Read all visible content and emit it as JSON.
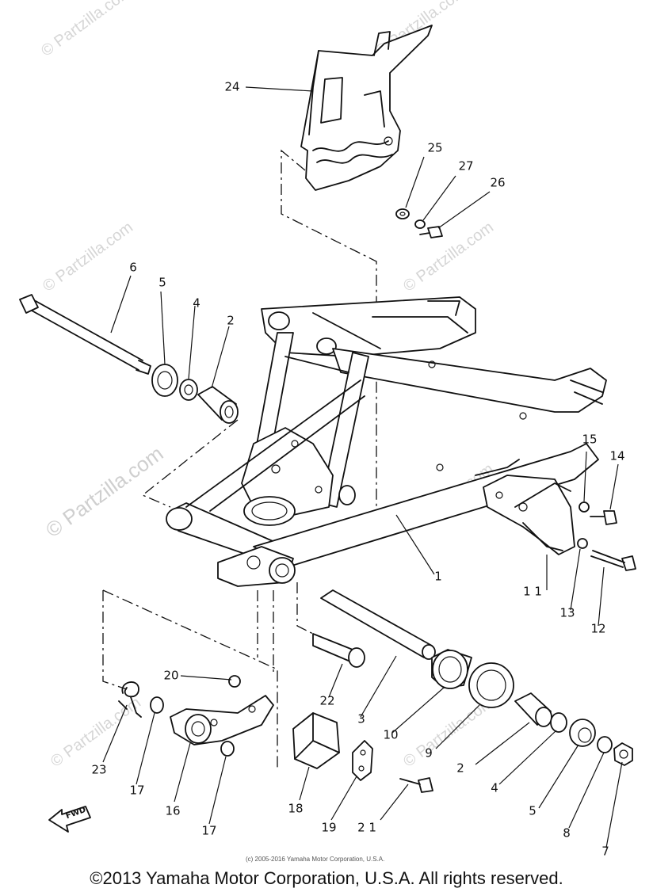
{
  "watermarks": [
    "© Partzilla.com",
    "© Partzilla.com",
    "© Partzilla.com",
    "© Partzilla.com",
    "© Partzilla.com",
    "© Partzilla.com",
    "© Partzilla.com",
    "© Partzilla.com"
  ],
  "part_labels": {
    "p1": "1",
    "p2a": "2",
    "p2b": "2",
    "p3": "3",
    "p4a": "4",
    "p4b": "4",
    "p5a": "5",
    "p5b": "5",
    "p6": "6",
    "p7": "7",
    "p8": "8",
    "p9": "9",
    "p10": "10",
    "p11": "1 1",
    "p12": "12",
    "p13": "13",
    "p14": "14",
    "p15": "15",
    "p16": "16",
    "p17a": "17",
    "p17b": "17",
    "p18": "18",
    "p19": "19",
    "p20": "20",
    "p21": "2 1",
    "p22": "22",
    "p23": "23",
    "p24": "24",
    "p25": "25",
    "p26": "26",
    "p27": "27"
  },
  "fwd_label": "FWD",
  "small_copyright": "(c) 2005-2016 Yamaha Motor Corporation, U.S.A.",
  "copyright": "©2013 Yamaha Motor Corporation, U.S.A. All rights reserved."
}
